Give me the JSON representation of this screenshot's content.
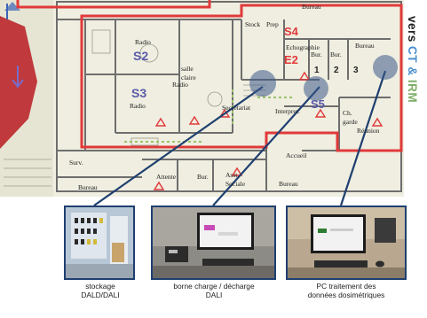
{
  "plan": {
    "rooms": {
      "stock": "Stock",
      "prep": "Prep",
      "bureau_top": "Bureau",
      "s4": "S4",
      "echographie": "Echographie",
      "e2": "E2",
      "bur1": "Bur.",
      "bur1_num": "1",
      "bur2": "Bur.",
      "bur2_num": "2",
      "bureau_3": "Bureau",
      "bur3_num": "3",
      "radio_s2": "Radio",
      "s2": "S2",
      "salle_claire_1": "salle",
      "salle_claire_2": "claire",
      "s3": "S3",
      "radio_s3": "Radio",
      "radio_small": "Radio",
      "secretariat": "Secrétariat",
      "interpret": "Interpret.",
      "s5": "S5",
      "ch_garde_1": "Ch.",
      "ch_garde_2": "garde",
      "reunion": "Réunion",
      "surv": "Surv.",
      "bureau_bottom": "Bureau",
      "accueil": "Accueil",
      "attente": "Attente",
      "bur_bottom": "Bur.",
      "asst_sociale_1": "Asst.",
      "asst_sociale_2": "Sociale",
      "bureau_right": "Bureau"
    }
  },
  "side_label": {
    "vers": "vers",
    "ct": "CT",
    "amp": "&",
    "irm": "IRM"
  },
  "photos": [
    {
      "caption_line1": "stockage",
      "caption_line2": "DALD/DALI"
    },
    {
      "caption_line1": "borne charge / décharge",
      "caption_line2": "DALI"
    },
    {
      "caption_line1": "PC traitement des",
      "caption_line2": "données dosimétriques"
    }
  ],
  "colors": {
    "plan_bg": "#efeee0",
    "wall": "#6e6e6e",
    "red_outline": "#e03a3a",
    "room_label": "#5a5aa8",
    "marker": "#3c5a8a",
    "pointer_line": "#1f3f70",
    "callout": "#c0393c",
    "ct_irm_green": "#7fb069"
  }
}
